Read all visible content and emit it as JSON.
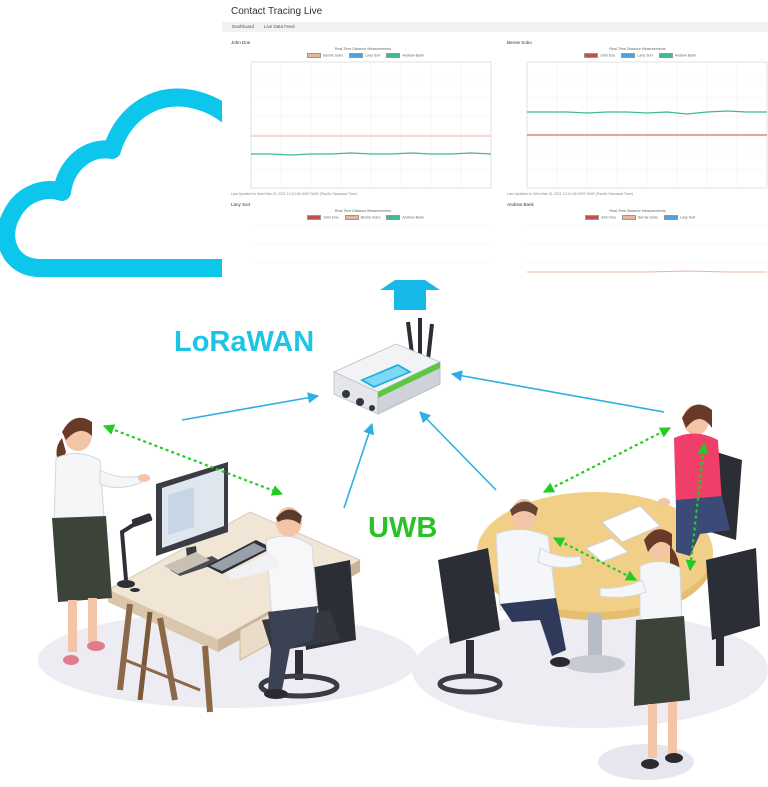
{
  "dashboard": {
    "title": "Contact Tracing Live",
    "nav": [
      "Dashboard",
      "Live Data Feed"
    ],
    "chart_title": "Real-Time Distance Measurements",
    "panels": [
      {
        "name": "John Doe",
        "legend": [
          "Bernie Sobo",
          "Lany Sort",
          "Andrew Bank"
        ],
        "footer": "Last Updated in Wed Mar 31 2021 13:10:46 GMT-0400 (Pacific Standard Time)"
      },
      {
        "name": "Bernie Sobo",
        "legend": [
          "John Doe",
          "Lany Sort",
          "Andrew Bank"
        ],
        "footer": "Last Updated in Wed Mar 31 2021 13:10:46 GMT-0400 (Pacific Standard Time)"
      },
      {
        "name": "Lany Sort",
        "legend": [
          "John Doe",
          "Bernie Sobo",
          "Andrew Bank"
        ],
        "footer": ""
      },
      {
        "name": "Andrew Bank",
        "legend": [
          "John Doe",
          "Bernie Sobo",
          "Lany Sort"
        ],
        "footer": ""
      }
    ]
  },
  "labels": {
    "lorawan": "LoRaWAN",
    "uwb": "UWB"
  },
  "colors": {
    "cloud": "#0cc6ec",
    "lorawan_text": "#1cc4e6",
    "uwb_text": "#2bc12b",
    "uplink_arrow": "#19b8ea",
    "link_arrow": "#2ab0e4",
    "uwb_range": "#22cc22",
    "series_salmon": "#e8b4a0",
    "series_blue": "#4aa3df",
    "series_teal": "#3fb89a",
    "series_red": "#c0504d"
  },
  "icons": [
    "cloud-icon",
    "gateway-icon",
    "upload-arrow-icon"
  ]
}
